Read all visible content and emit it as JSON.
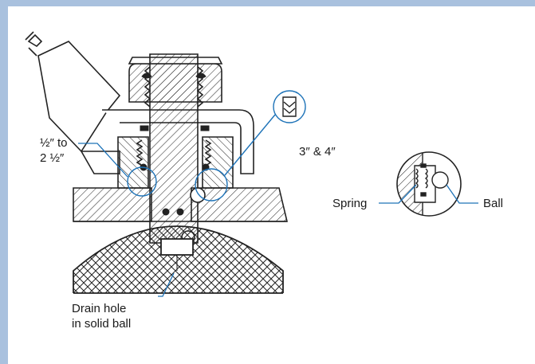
{
  "diagram": {
    "labels": {
      "size_small_line1": "½″ to",
      "size_small_line2": "2 ½″",
      "size_large": "3″ & 4″",
      "spring": "Spring",
      "ball": "Ball",
      "drain_line1": "Drain hole",
      "drain_line2": "in solid ball"
    },
    "colors": {
      "border": "#a9c1de",
      "leader": "#1e73b8",
      "ink": "#1a1a1a"
    }
  }
}
